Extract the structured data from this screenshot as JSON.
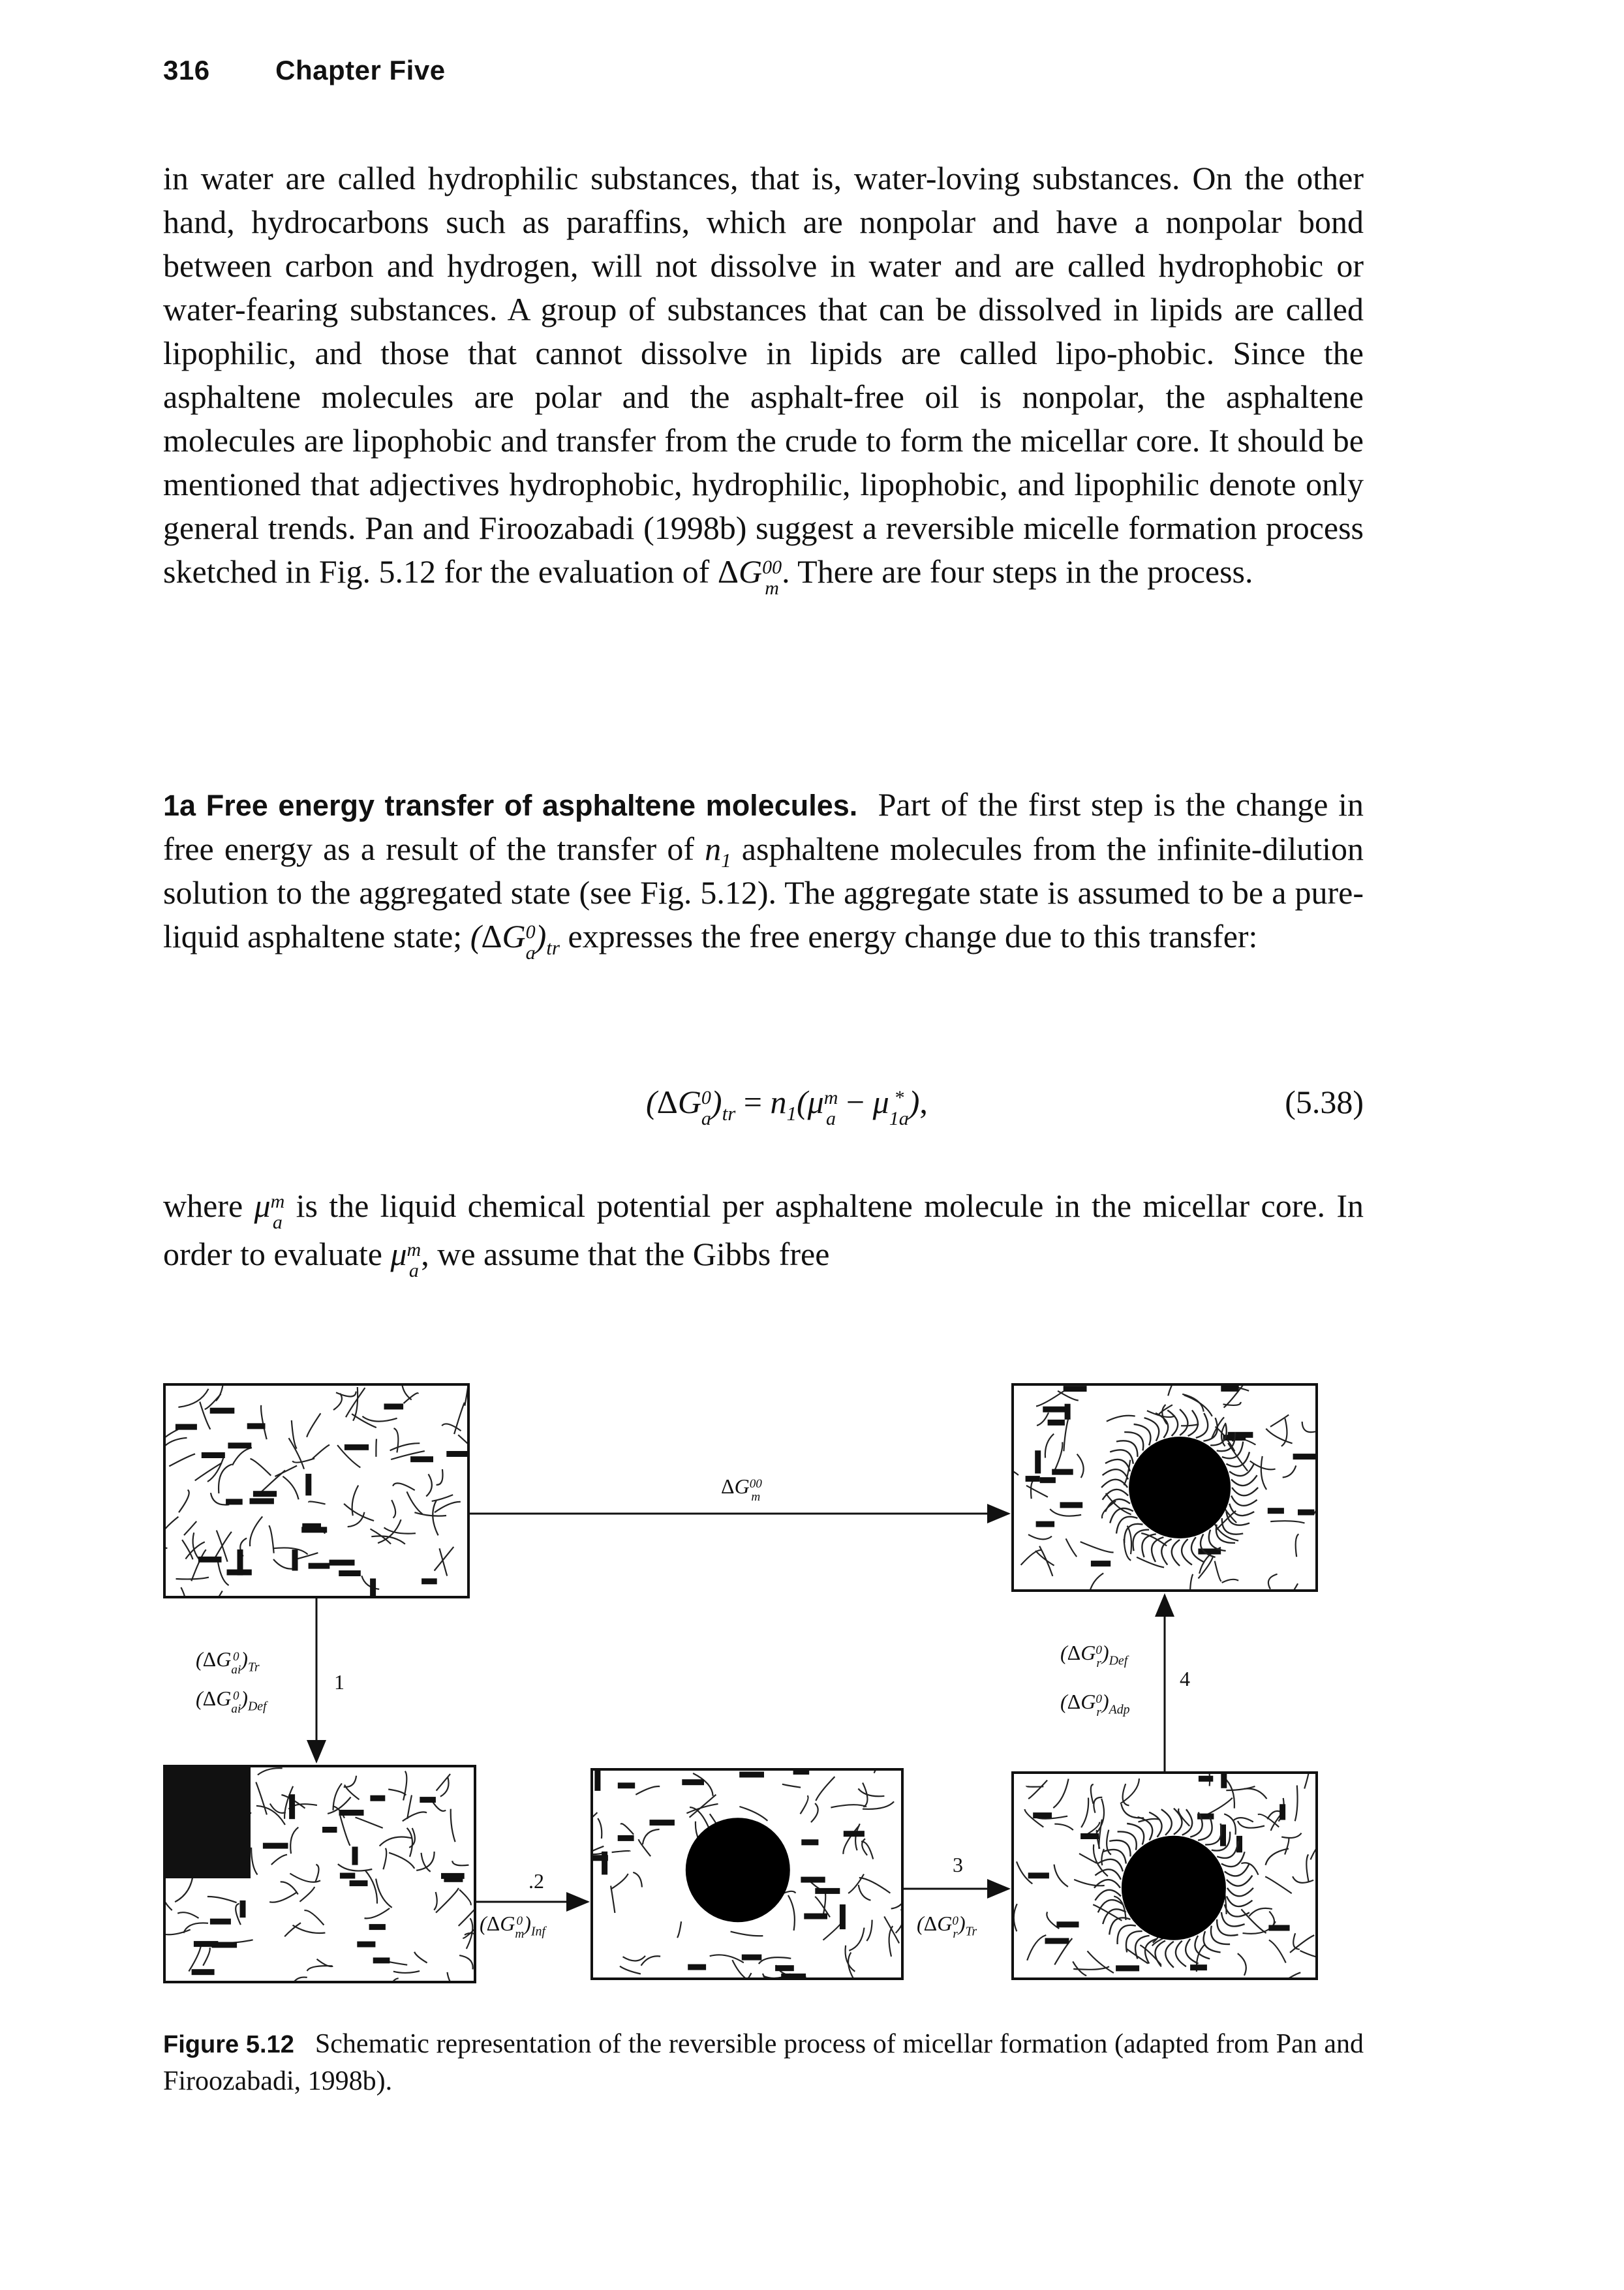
{
  "header": {
    "page_number": "316",
    "chapter": "Chapter Five"
  },
  "para1": {
    "s1": "in water are called hydrophilic substances, that is, water-loving substances. On the other hand, hydrocarbons such as paraffins, which are nonpolar and have a nonpolar bond between carbon and hydrogen, will not dissolve in water and are called hydrophobic or water-fearing substances. A group of substances that can be dissolved in lipids are called lipophilic, and those that cannot dissolve in lipids are called lipo-phobic. Since the asphaltene molecules are polar and the asphalt-free oil is nonpolar, the asphaltene molecules are lipophobic and transfer from the crude to form the micellar core. It should be mentioned that adjectives hydrophobic, hydrophilic, lipophobic, and lipophilic denote only general trends. Pan and Firoozabadi (1998b) suggest a reversible micelle formation process sketched in Fig. 5.12 for the evaluation of",
    "s2": ". There are four steps in the process."
  },
  "para2": {
    "heading": "1a Free energy transfer of asphaltene molecules.",
    "s1": "Part of the first step is the change in free energy as a result of the transfer of",
    "s2": "asphaltene molecules from the infinite-dilution solution to the aggregated state (see Fig. 5.12). The aggregate state is assumed to be a pure-liquid asphaltene state;",
    "s3": "expresses the free energy change due to this transfer:"
  },
  "equation": {
    "number": "(5.38)"
  },
  "para3": {
    "s1": "where",
    "s2": "is the liquid chemical potential per asphaltene molecule in the micellar core. In order to evaluate",
    "s3": ", we assume that the Gibbs free"
  },
  "figure": {
    "step_labels": {
      "step1": "1",
      "step2": ".2",
      "step3": "3",
      "step4": "4"
    },
    "caption_label": "Figure 5.12",
    "caption_text": "Schematic representation of the reversible process of micellar formation (adapted from Pan and Firoozabadi, 1998b)."
  }
}
